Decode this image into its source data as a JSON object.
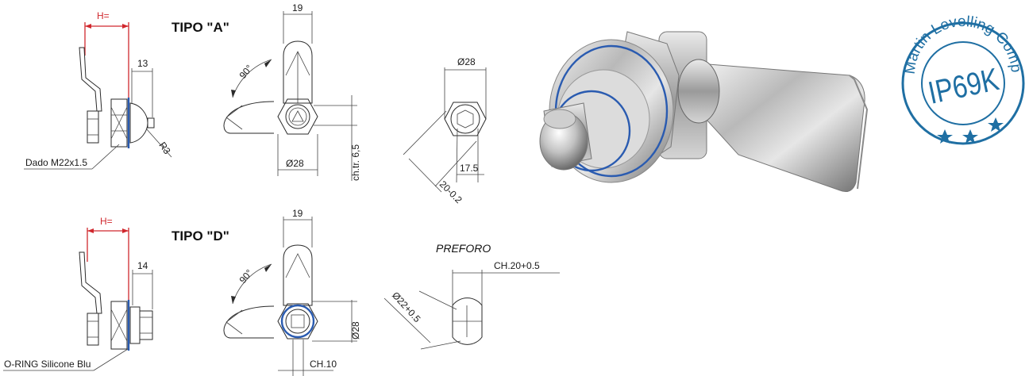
{
  "tipo_a": {
    "title": "TIPO \"A\"",
    "side": {
      "h_label": "H=",
      "dim_13": "13",
      "r3": "R3",
      "nut_label": "Dado M22x1.5"
    },
    "front": {
      "dim_19": "19",
      "angle": "90°",
      "dia": "Ø28",
      "key": "ch.tr. 6,5"
    },
    "end": {
      "dia": "Ø28",
      "dim_175": "17.5",
      "dim_20": "20-0.2"
    }
  },
  "tipo_d": {
    "title": "TIPO \"D\"",
    "side": {
      "h_label": "H=",
      "dim_14": "14",
      "oring_label": "O-RING Silicone Blu"
    },
    "front": {
      "dim_19": "19",
      "angle": "90°",
      "dia": "Ø28",
      "key": "CH.10"
    }
  },
  "preforo": {
    "title": "PREFORO",
    "ch": "CH.20+0.5",
    "dia": "Ø22+0.5"
  },
  "seal": {
    "arc_text": "Martin Levelling Components",
    "center": "IP69K",
    "color": "#1f6fa3"
  },
  "colors": {
    "dimension_red": "#d0282e",
    "oring_blue": "#2a5bb0"
  }
}
